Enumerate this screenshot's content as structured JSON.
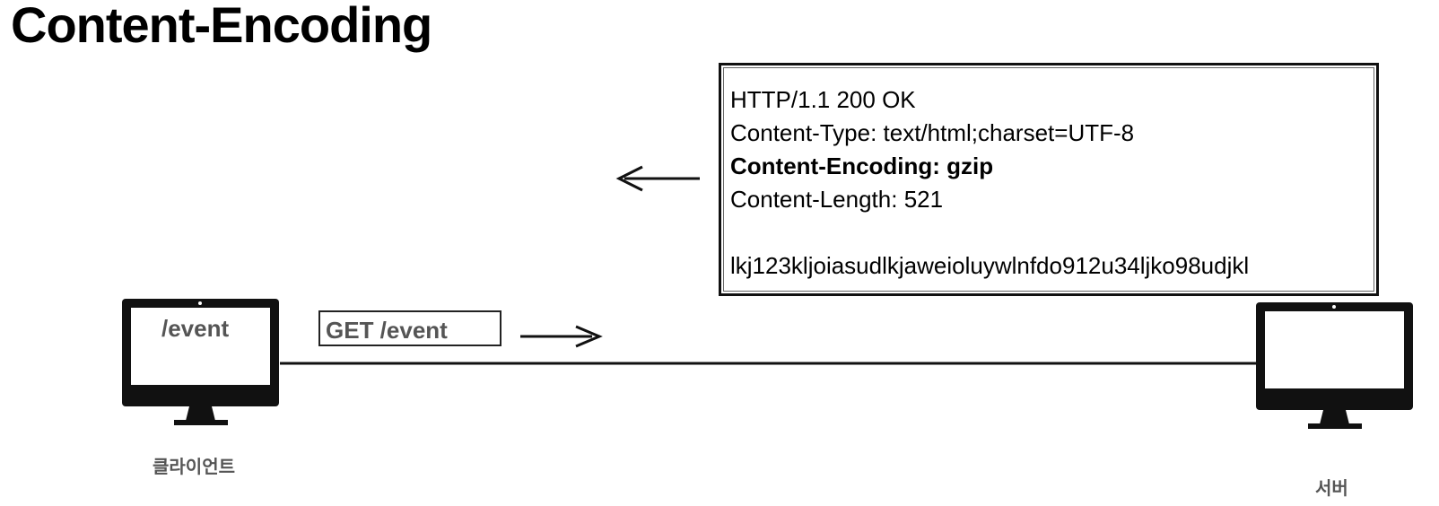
{
  "title": "Content-Encoding",
  "client": {
    "screen_text": "/event",
    "label": "클라이언트"
  },
  "server": {
    "label": "서버"
  },
  "request": {
    "label": "GET /event"
  },
  "response": {
    "status_line": "HTTP/1.1 200 OK",
    "content_type": "Content-Type: text/html;charset=UTF-8",
    "content_encoding": "Content-Encoding: gzip",
    "content_length": "Content-Length: 521",
    "body": "lkj123kljoiasudlkjaweioluywlnfdo912u34ljko98udjkl"
  }
}
